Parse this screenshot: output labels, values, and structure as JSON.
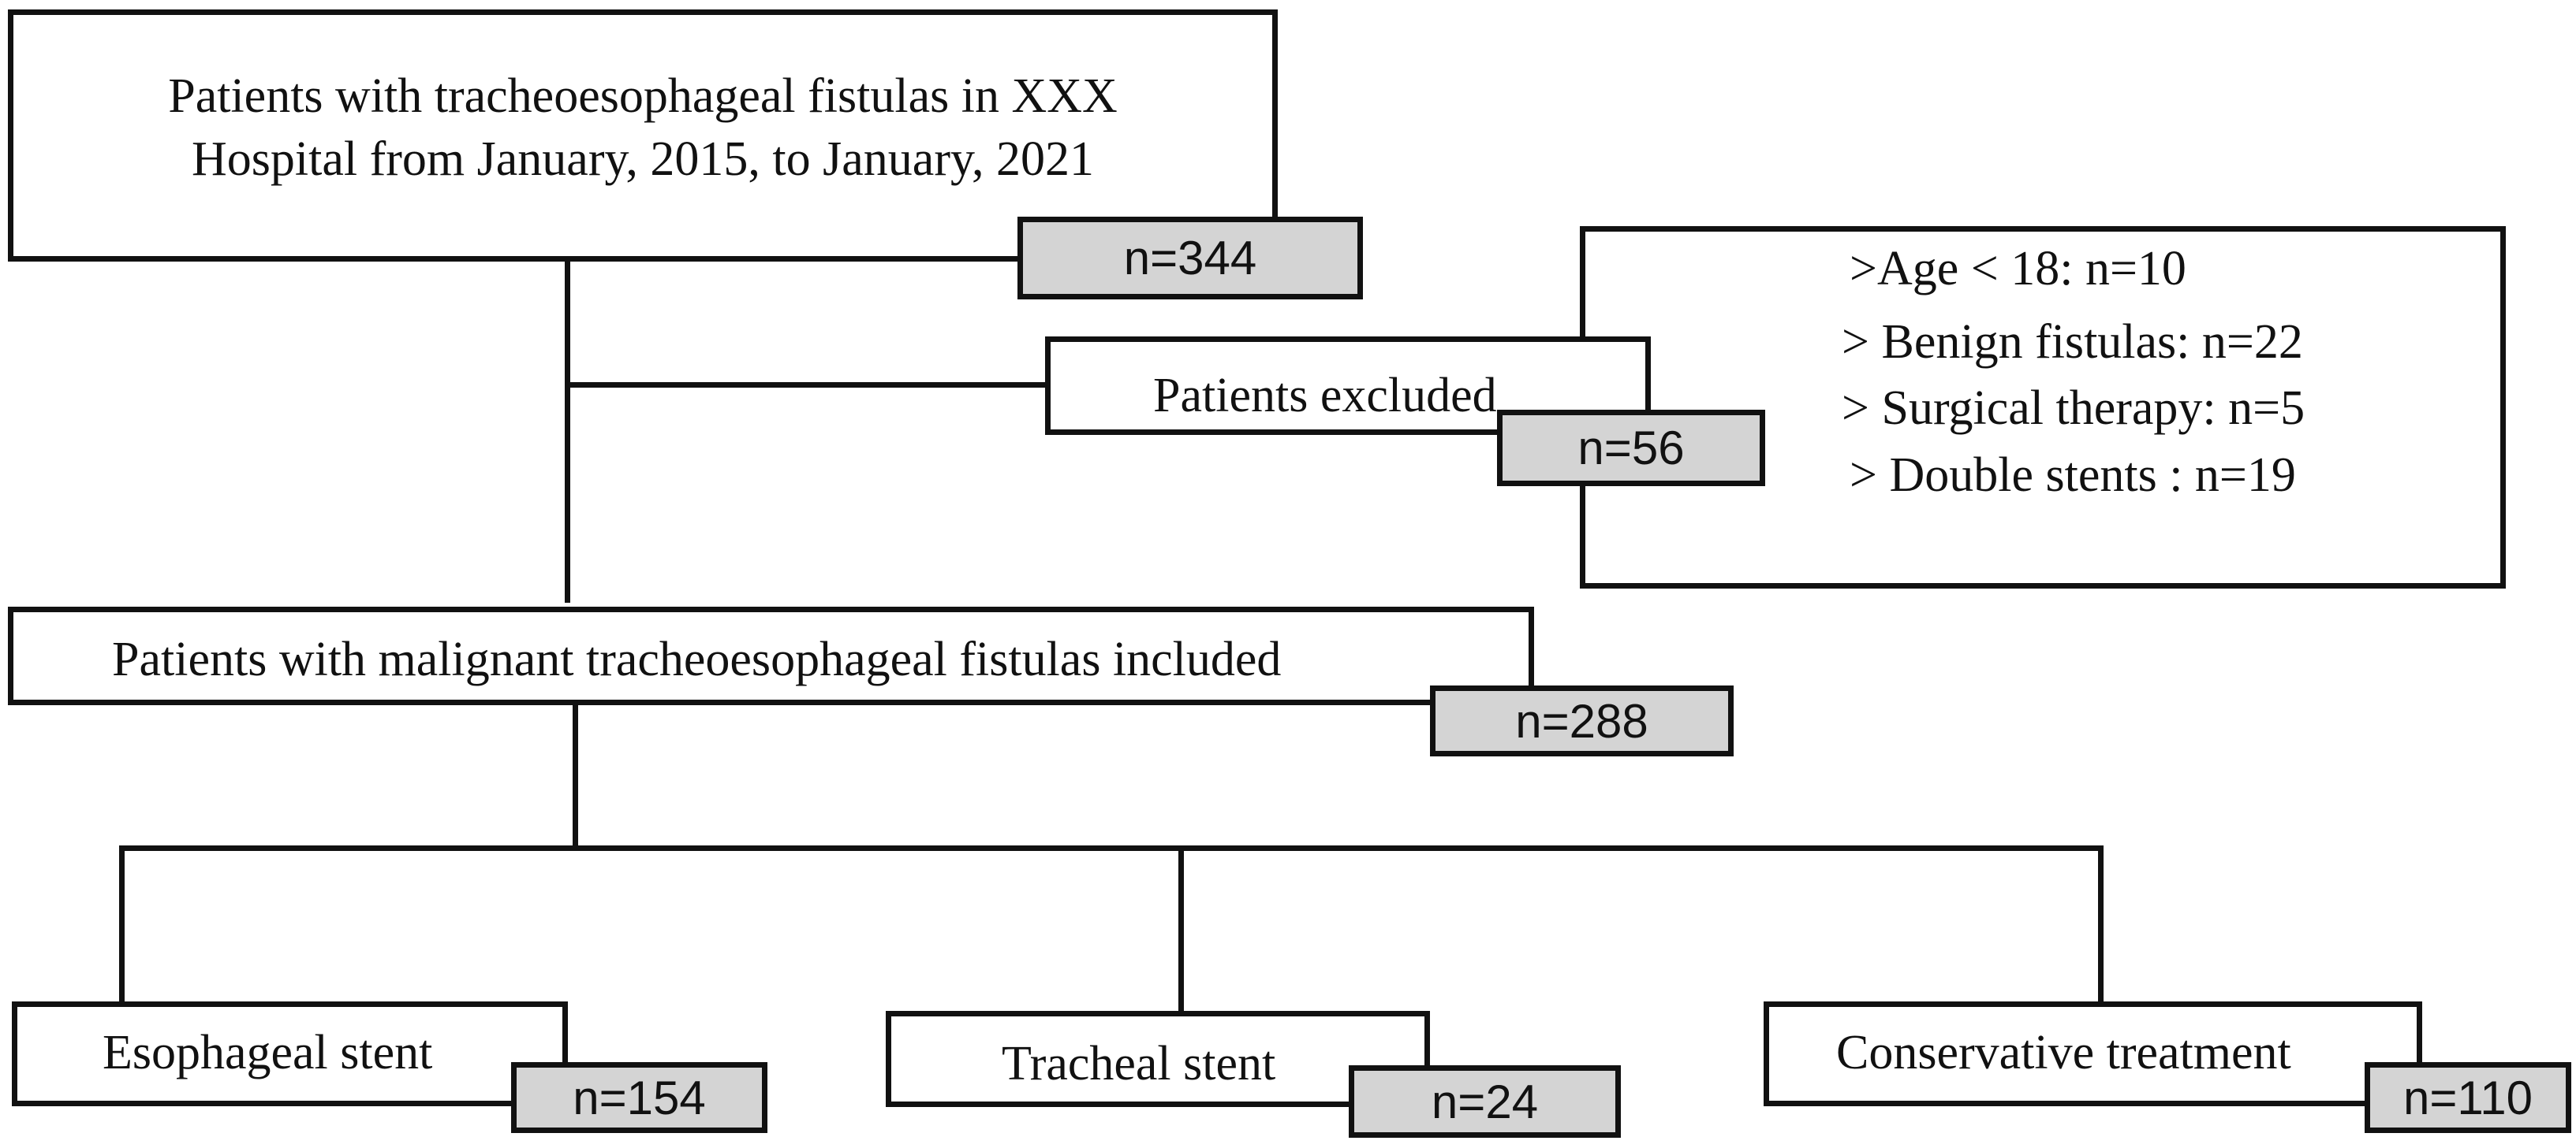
{
  "nodes": {
    "all_patients": {
      "line1": "Patients with tracheoesophageal fistulas in XXX",
      "line2": "Hospital from January, 2015, to January, 2021",
      "count": "n=344"
    },
    "excluded": {
      "label": "Patients excluded",
      "count": "n=56"
    },
    "exclusion_reasons": [
      ">Age < 18: n=10",
      "> Benign  fistulas: n=22",
      "> Surgical therapy: n=5",
      "> Double stents : n=19"
    ],
    "included": {
      "label": "Patients with malignant tracheoesophageal fistulas included",
      "count": "n=288"
    },
    "esophageal": {
      "label": "Esophageal stent",
      "count": "n=154"
    },
    "tracheal": {
      "label": "Tracheal stent",
      "count": "n=24"
    },
    "conservative": {
      "label": "Conservative treatment",
      "count": "n=110"
    }
  },
  "colors": {
    "line": "#111111",
    "count_fill": "#d4d4d4",
    "box_fill": "#ffffff"
  }
}
